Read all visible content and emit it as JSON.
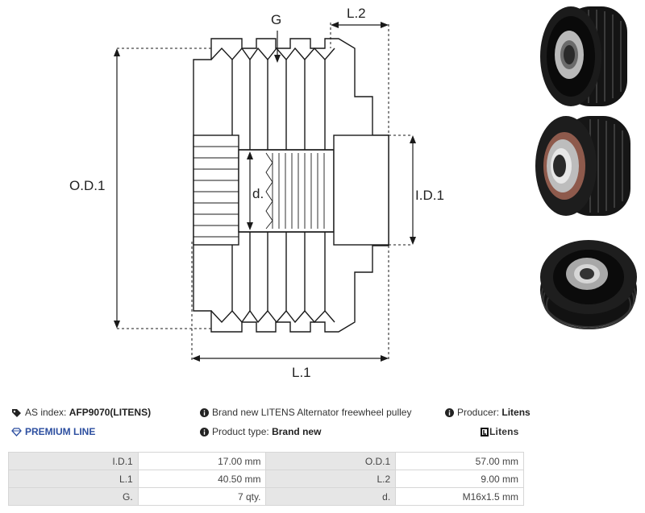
{
  "diagram": {
    "labels": {
      "g": "G",
      "l2": "L.2",
      "od1": "O.D.1",
      "d": "d.",
      "id1": "I.D.1",
      "l1": "L.1"
    }
  },
  "info": {
    "as_index_label": "AS index:",
    "as_index_value": "AFP9070(LITENS)",
    "description": "Brand new LITENS Alternator freewheel pulley",
    "producer_label": "Producer:",
    "producer_value": "Litens",
    "premium_line": "PREMIUM LINE",
    "product_type_label": "Product type:",
    "product_type_value": "Brand new",
    "brand_logo_text": "Litens"
  },
  "specs": [
    {
      "label_a": "I.D.1",
      "value_a": "17.00 mm",
      "label_b": "O.D.1",
      "value_b": "57.00 mm"
    },
    {
      "label_a": "L.1",
      "value_a": "40.50 mm",
      "label_b": "L.2",
      "value_b": "9.00 mm"
    },
    {
      "label_a": "G.",
      "value_a": "7 qty.",
      "label_b": "d.",
      "value_b": "M16x1.5 mm"
    }
  ],
  "colors": {
    "line": "#1a1a1a",
    "premium": "#2d4fa0",
    "table_label_bg": "#e6e6e6",
    "border": "#d6d6d6"
  },
  "icons": [
    "tag-icon",
    "info-icon",
    "diamond-icon",
    "litens-logo-icon"
  ]
}
